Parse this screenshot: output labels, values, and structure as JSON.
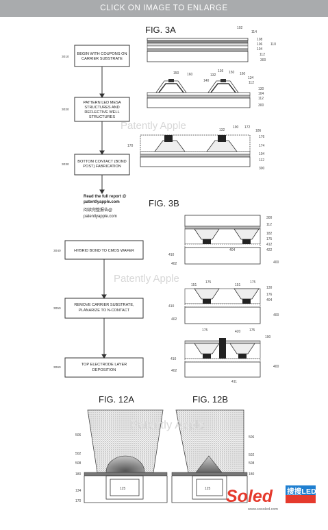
{
  "topbar": {
    "label": "CLICK ON IMAGE TO ENLARGE"
  },
  "figures": {
    "fig3a": "FIG. 3A",
    "fig3b": "FIG. 3B",
    "fig12a": "FIG. 12A",
    "fig12b": "FIG. 12B"
  },
  "watermark": {
    "patently": "Patently Apple"
  },
  "promo": {
    "line1": "Read the full report @",
    "line2": "patentlyapple.com",
    "line3": "阅读完整报告@",
    "line4": "patentlyapple.com"
  },
  "flow_a": [
    {
      "ref": "3010",
      "lines": [
        "BEGIN WITH COUPONS ON",
        "CARRIER SUBSTRATE"
      ]
    },
    {
      "ref": "3020",
      "lines": [
        "PATTERN LED MESA",
        "STRUCTURES AND",
        "REFLECTIVE WELL",
        "STRUCTURES"
      ]
    },
    {
      "ref": "3030",
      "lines": [
        "BOTTOM CONTACT (BOND",
        "POST) FABRICATION"
      ]
    }
  ],
  "flow_b": [
    {
      "ref": "3040",
      "lines": [
        "HYBRID BOND TO CMOS WAFER"
      ]
    },
    {
      "ref": "3050",
      "lines": [
        "REMOVE CARRIER SUBSTRATE,",
        "PLANARIZE TO N-CONTACT"
      ]
    },
    {
      "ref": "3060",
      "lines": [
        "TOP ELECTRODE LAYER",
        "DEPOSITION"
      ]
    }
  ],
  "refs": {
    "r102": "102",
    "r114": "114",
    "r108": "108",
    "r106": "106",
    "r104": "104",
    "r110": "110",
    "r112": "112",
    "r300": "300",
    "r150": "150",
    "r160": "160",
    "r136": "136",
    "r134": "134",
    "r132": "132",
    "r140": "140",
    "r130": "130",
    "r190": "190",
    "r172": "172",
    "r186": "186",
    "r176": "176",
    "r174": "174",
    "r170": "170",
    "r182": "182",
    "r175": "175",
    "r412": "412",
    "r404": "404",
    "r422": "422",
    "r410": "410",
    "r402": "402",
    "r400": "400",
    "r151": "151",
    "r420": "420",
    "r411": "411",
    "r506": "506",
    "r502": "502",
    "r508": "508",
    "r180": "180",
    "r125": "125",
    "r170b": "170"
  },
  "logo": {
    "brand": "Soled",
    "cn": "搜搜LED网",
    "url": "www.sosoled.com"
  }
}
